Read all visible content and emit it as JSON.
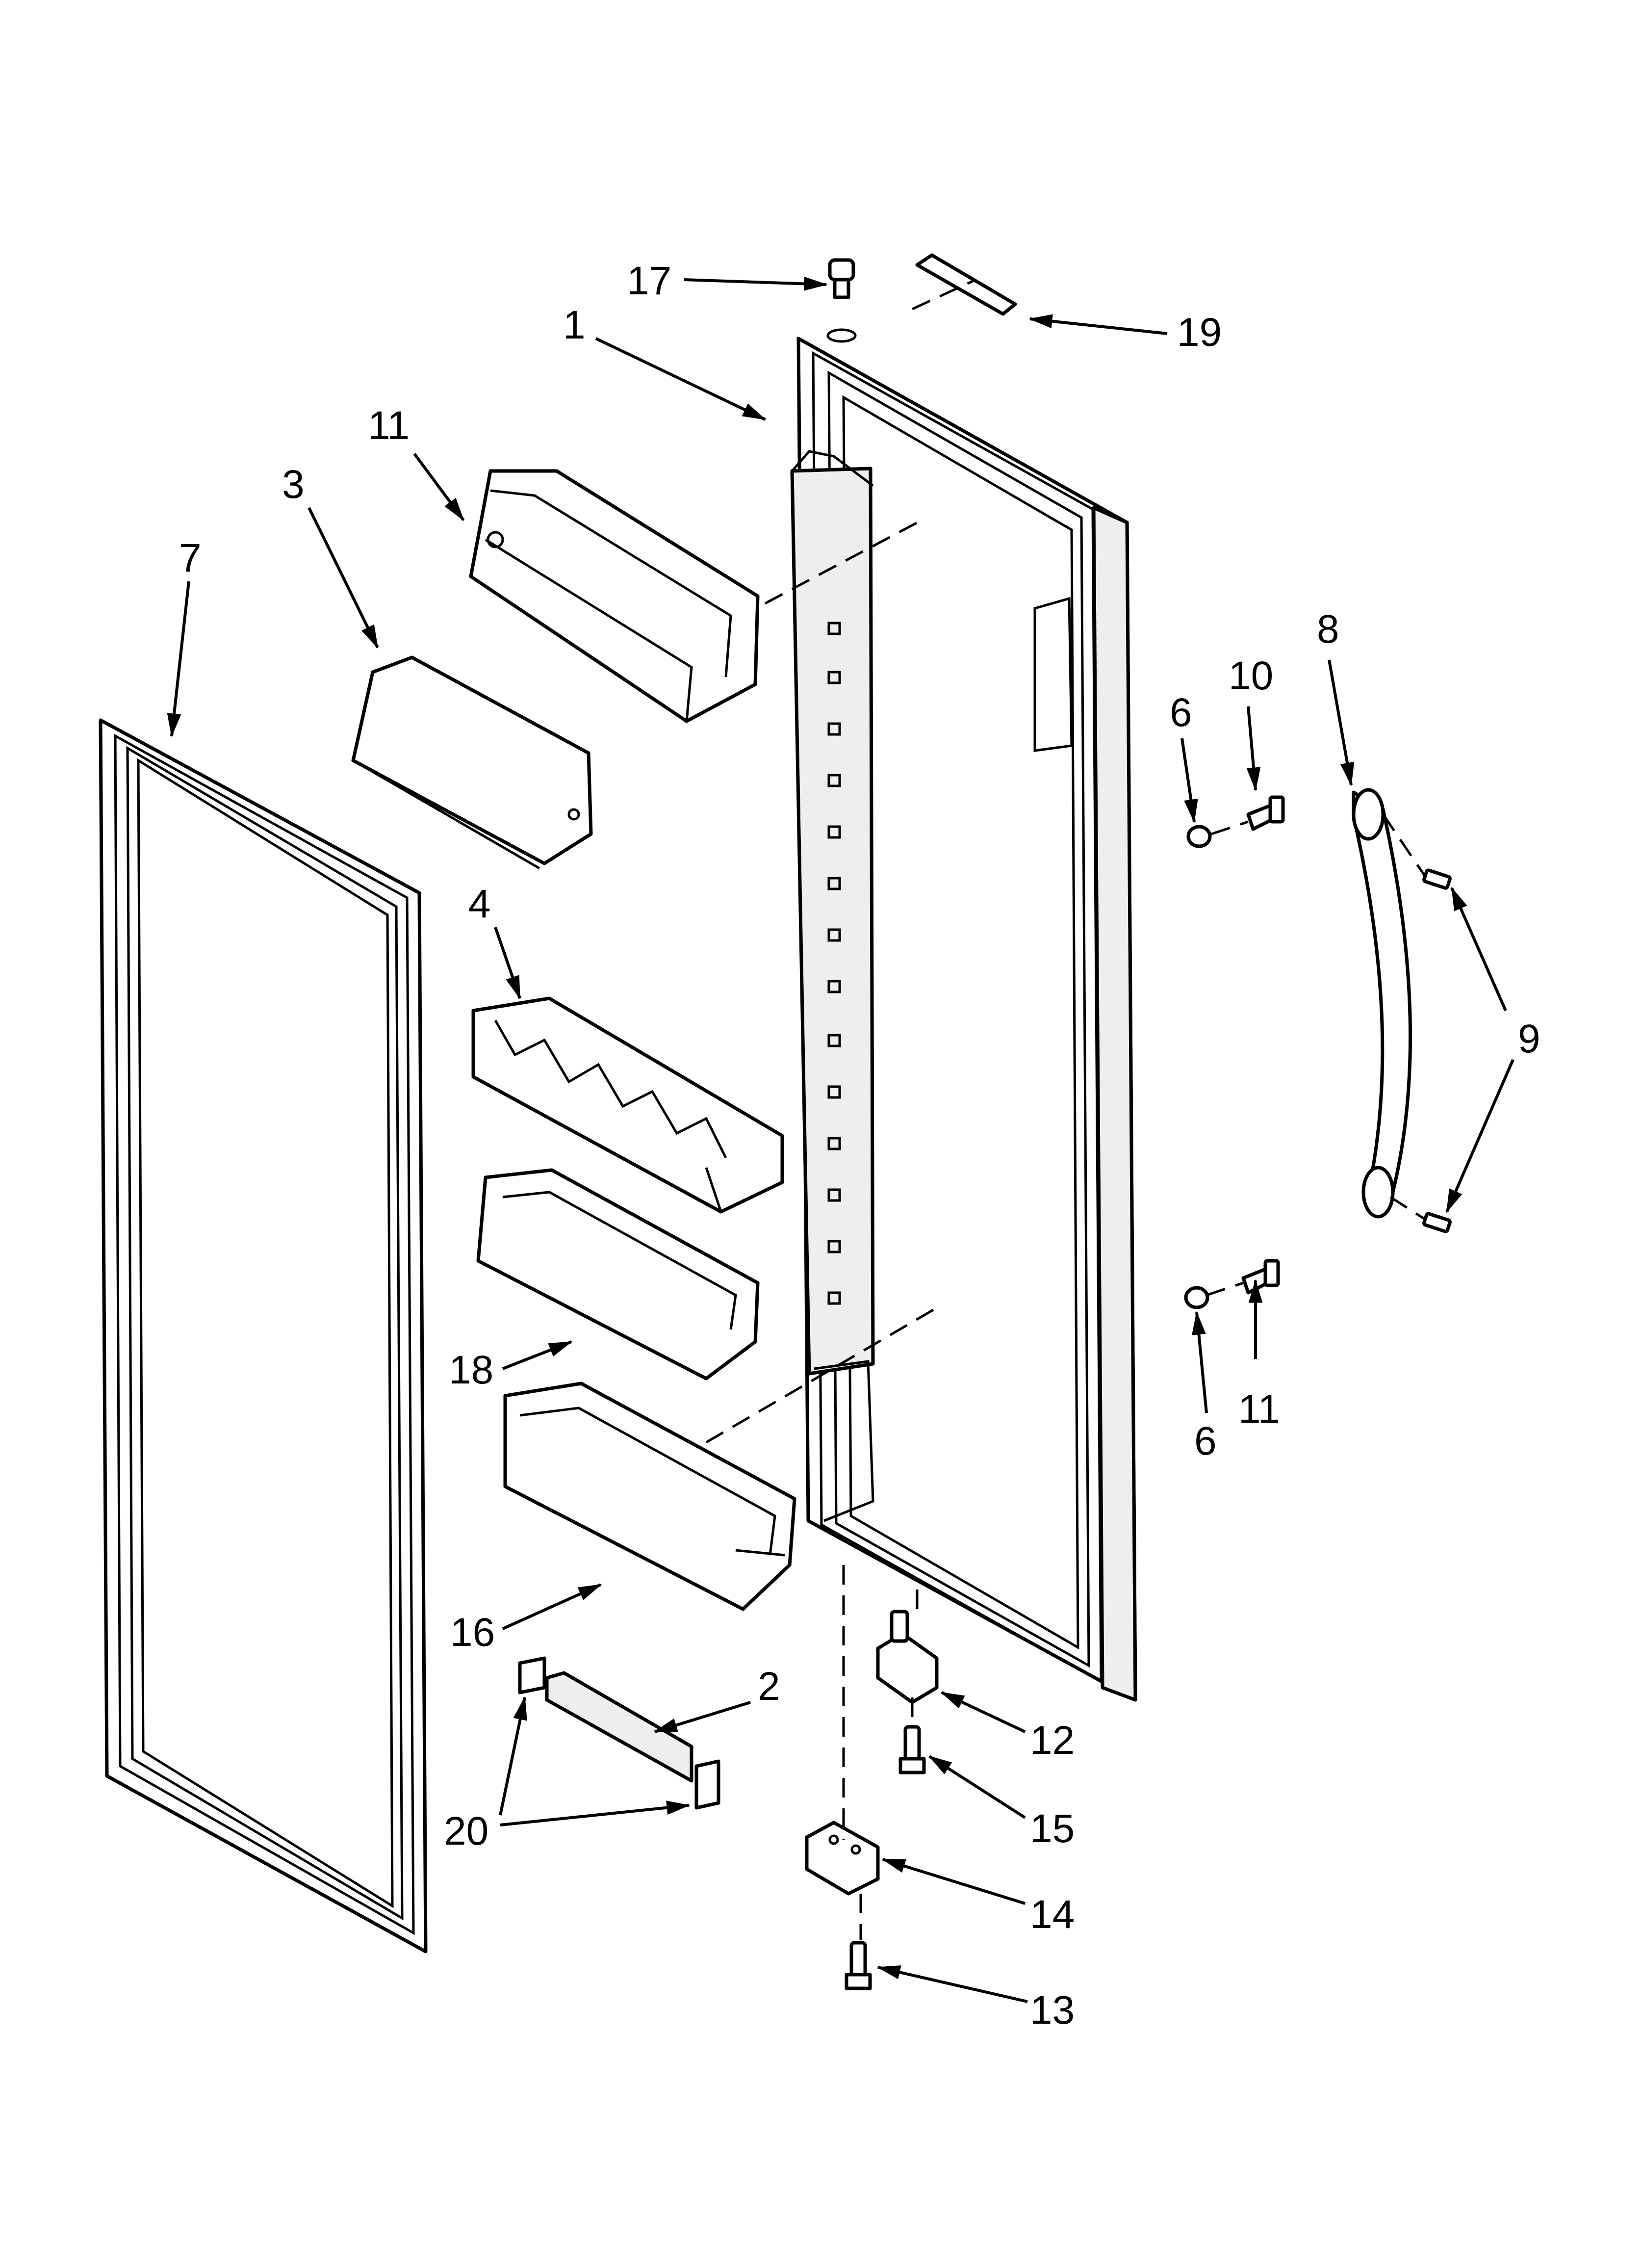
{
  "diagram": {
    "callouts": [
      {
        "id": "c1",
        "label": "1"
      },
      {
        "id": "c2",
        "label": "2"
      },
      {
        "id": "c3",
        "label": "3"
      },
      {
        "id": "c4",
        "label": "4"
      },
      {
        "id": "c6a",
        "label": "6"
      },
      {
        "id": "c6b",
        "label": "6"
      },
      {
        "id": "c7",
        "label": "7"
      },
      {
        "id": "c8",
        "label": "8"
      },
      {
        "id": "c9",
        "label": "9"
      },
      {
        "id": "c10",
        "label": "10"
      },
      {
        "id": "c11a",
        "label": "11"
      },
      {
        "id": "c11b",
        "label": "11"
      },
      {
        "id": "c12",
        "label": "12"
      },
      {
        "id": "c13",
        "label": "13"
      },
      {
        "id": "c14",
        "label": "14"
      },
      {
        "id": "c15",
        "label": "15"
      },
      {
        "id": "c16",
        "label": "16"
      },
      {
        "id": "c17",
        "label": "17"
      },
      {
        "id": "c18",
        "label": "18"
      },
      {
        "id": "c19",
        "label": "19"
      },
      {
        "id": "c20",
        "label": "20"
      }
    ]
  }
}
